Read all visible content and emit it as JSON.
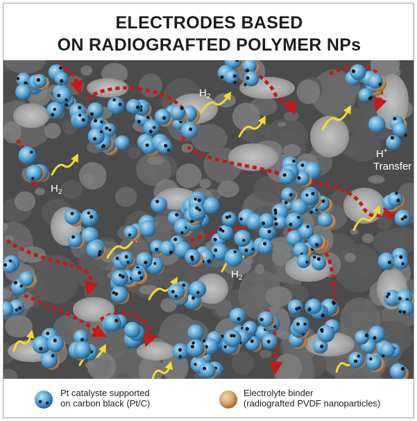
{
  "title": {
    "line1": "ELECTRODES BASED",
    "line2": "ON RADIOGRAFTED POLYMER NPs"
  },
  "labels": {
    "h2_symbol": "H",
    "h2_subscript": "2",
    "hplus_symbol": "H",
    "hplus_superscript": "+",
    "transfer": "Transfer"
  },
  "legend": {
    "catalyst": {
      "line1": "Pt catalyste supported",
      "line2": "on carbon black (Pt/C)",
      "color": "#5aa6d6"
    },
    "binder": {
      "line1": "Electrolyte binder",
      "line2": "(radiografted PVDF nanoparticles)",
      "color": "#d9a066"
    }
  },
  "colors": {
    "background_dark": "#4b4b4b",
    "porous_mid": "#7a7a7a",
    "porous_light": "#b7b7b7",
    "proton_path": "#c81818",
    "gas_arrow": "#f4dc2a",
    "pt_dot": "#111111"
  }
}
